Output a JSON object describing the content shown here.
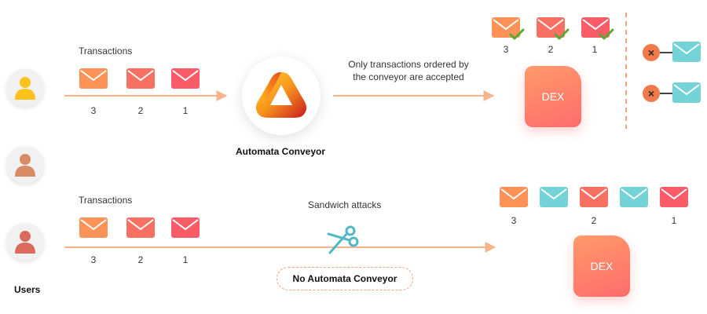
{
  "colors": {
    "arrow": "#f7b48c",
    "env_orange": "#ff9256",
    "env_red": "#f95b67",
    "env_teal": "#74d3d6",
    "check": "#5ba832",
    "dex": "#ff7b6b",
    "user_1": "#ffc21a",
    "user_2": "#d88c66",
    "user_3": "#d96a5c"
  },
  "users": {
    "label": "Users",
    "avatars": [
      "user-avatar-yellow",
      "user-avatar-tan",
      "user-avatar-red"
    ]
  },
  "top_flow": {
    "transactions_label": "Transactions",
    "order_numbers": [
      "3",
      "2",
      "1"
    ],
    "conveyor_label": "Automata Conveyor",
    "accepted_text_line1": "Only transactions ordered by",
    "accepted_text_line2": "the conveyor are accepted",
    "dex_label": "DEX",
    "ordered_numbers": [
      "3",
      "2",
      "1"
    ],
    "rejected_count": 2
  },
  "bottom_flow": {
    "transactions_label": "Transactions",
    "order_numbers": [
      "3",
      "2",
      "1"
    ],
    "attack_label": "Sandwich attacks",
    "no_conveyor_label": "No Automata Conveyor",
    "result_numbers": [
      "3",
      "2",
      "1"
    ],
    "dex_label": "DEX"
  },
  "icons": {
    "envelope": "envelope-icon",
    "scissors": "scissors-icon",
    "check": "check-icon",
    "blocked": "blocked-icon",
    "logo": "automata-logo-icon"
  }
}
